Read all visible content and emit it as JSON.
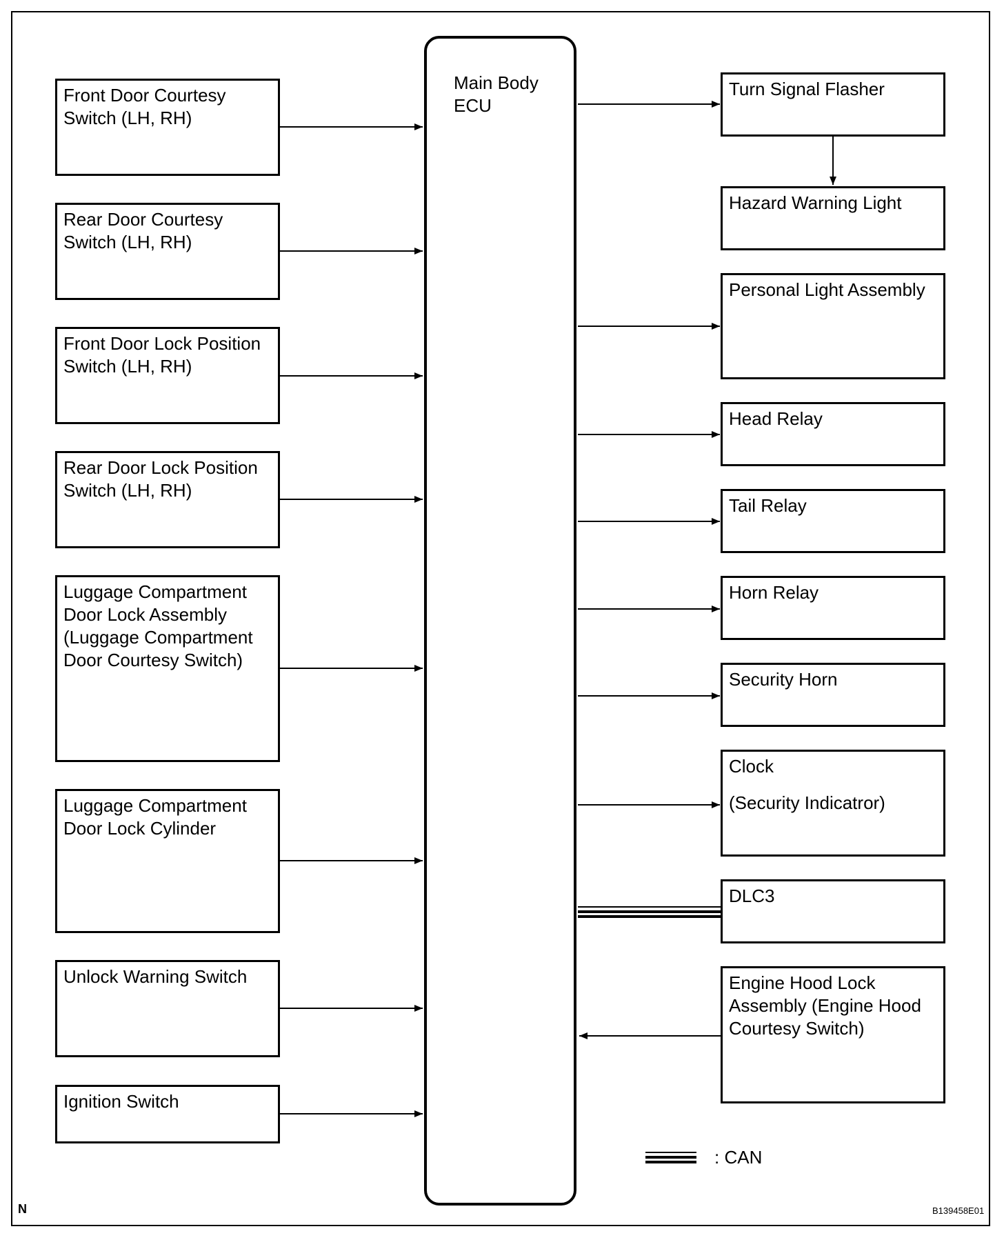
{
  "ecu": {
    "label": "Main Body\nECU"
  },
  "inputs": [
    {
      "id": "front-door-courtesy-switch",
      "label": "Front Door Courtesy\nSwitch (LH, RH)"
    },
    {
      "id": "rear-door-courtesy-switch",
      "label": "Rear Door Courtesy\nSwitch (LH, RH)"
    },
    {
      "id": "front-door-lock-position-switch",
      "label": "Front Door Lock Position\nSwitch (LH, RH)"
    },
    {
      "id": "rear-door-lock-position-switch",
      "label": "Rear Door Lock Position\nSwitch (LH, RH)"
    },
    {
      "id": "luggage-compartment-door-lock-assembly",
      "label": "Luggage Compartment\nDoor Lock Assembly\n(Luggage Compartment\nDoor Courtesy Switch)"
    },
    {
      "id": "luggage-compartment-door-lock-cylinder",
      "label": "Luggage Compartment\nDoor Lock Cylinder"
    },
    {
      "id": "unlock-warning-switch",
      "label": "Unlock Warning Switch"
    },
    {
      "id": "ignition-switch",
      "label": "Ignition Switch"
    }
  ],
  "outputs": [
    {
      "id": "turn-signal-flasher",
      "label": "Turn Signal Flasher"
    },
    {
      "id": "hazard-warning-light",
      "label": "Hazard Warning Light"
    },
    {
      "id": "personal-light-assembly",
      "label": "Personal Light Assembly"
    },
    {
      "id": "head-relay",
      "label": "Head Relay"
    },
    {
      "id": "tail-relay",
      "label": "Tail Relay"
    },
    {
      "id": "horn-relay",
      "label": "Horn Relay"
    },
    {
      "id": "security-horn",
      "label": "Security Horn"
    },
    {
      "id": "clock",
      "label": "Clock",
      "label_line2": "(Security Indicatror)"
    },
    {
      "id": "dlc3",
      "label": "DLC3"
    },
    {
      "id": "engine-hood-lock-assembly",
      "label": "Engine Hood Lock\nAssembly (Engine Hood\nCourtesy Switch)"
    }
  ],
  "connections": [
    {
      "from": "front-door-courtesy-switch",
      "to": "ecu",
      "type": "signal"
    },
    {
      "from": "rear-door-courtesy-switch",
      "to": "ecu",
      "type": "signal"
    },
    {
      "from": "front-door-lock-position-switch",
      "to": "ecu",
      "type": "signal"
    },
    {
      "from": "rear-door-lock-position-switch",
      "to": "ecu",
      "type": "signal"
    },
    {
      "from": "luggage-compartment-door-lock-assembly",
      "to": "ecu",
      "type": "signal"
    },
    {
      "from": "luggage-compartment-door-lock-cylinder",
      "to": "ecu",
      "type": "signal"
    },
    {
      "from": "unlock-warning-switch",
      "to": "ecu",
      "type": "signal"
    },
    {
      "from": "ignition-switch",
      "to": "ecu",
      "type": "signal"
    },
    {
      "from": "ecu",
      "to": "turn-signal-flasher",
      "type": "signal"
    },
    {
      "from": "turn-signal-flasher",
      "to": "hazard-warning-light",
      "type": "signal"
    },
    {
      "from": "ecu",
      "to": "personal-light-assembly",
      "type": "signal"
    },
    {
      "from": "ecu",
      "to": "head-relay",
      "type": "signal"
    },
    {
      "from": "ecu",
      "to": "tail-relay",
      "type": "signal"
    },
    {
      "from": "ecu",
      "to": "horn-relay",
      "type": "signal"
    },
    {
      "from": "ecu",
      "to": "security-horn",
      "type": "signal"
    },
    {
      "from": "ecu",
      "to": "clock",
      "type": "signal"
    },
    {
      "from": "ecu",
      "to": "dlc3",
      "type": "CAN"
    },
    {
      "from": "engine-hood-lock-assembly",
      "to": "ecu",
      "type": "signal"
    }
  ],
  "legend": {
    "text": ": CAN"
  },
  "corner_mark": "N",
  "figure_code": "B139458E01"
}
